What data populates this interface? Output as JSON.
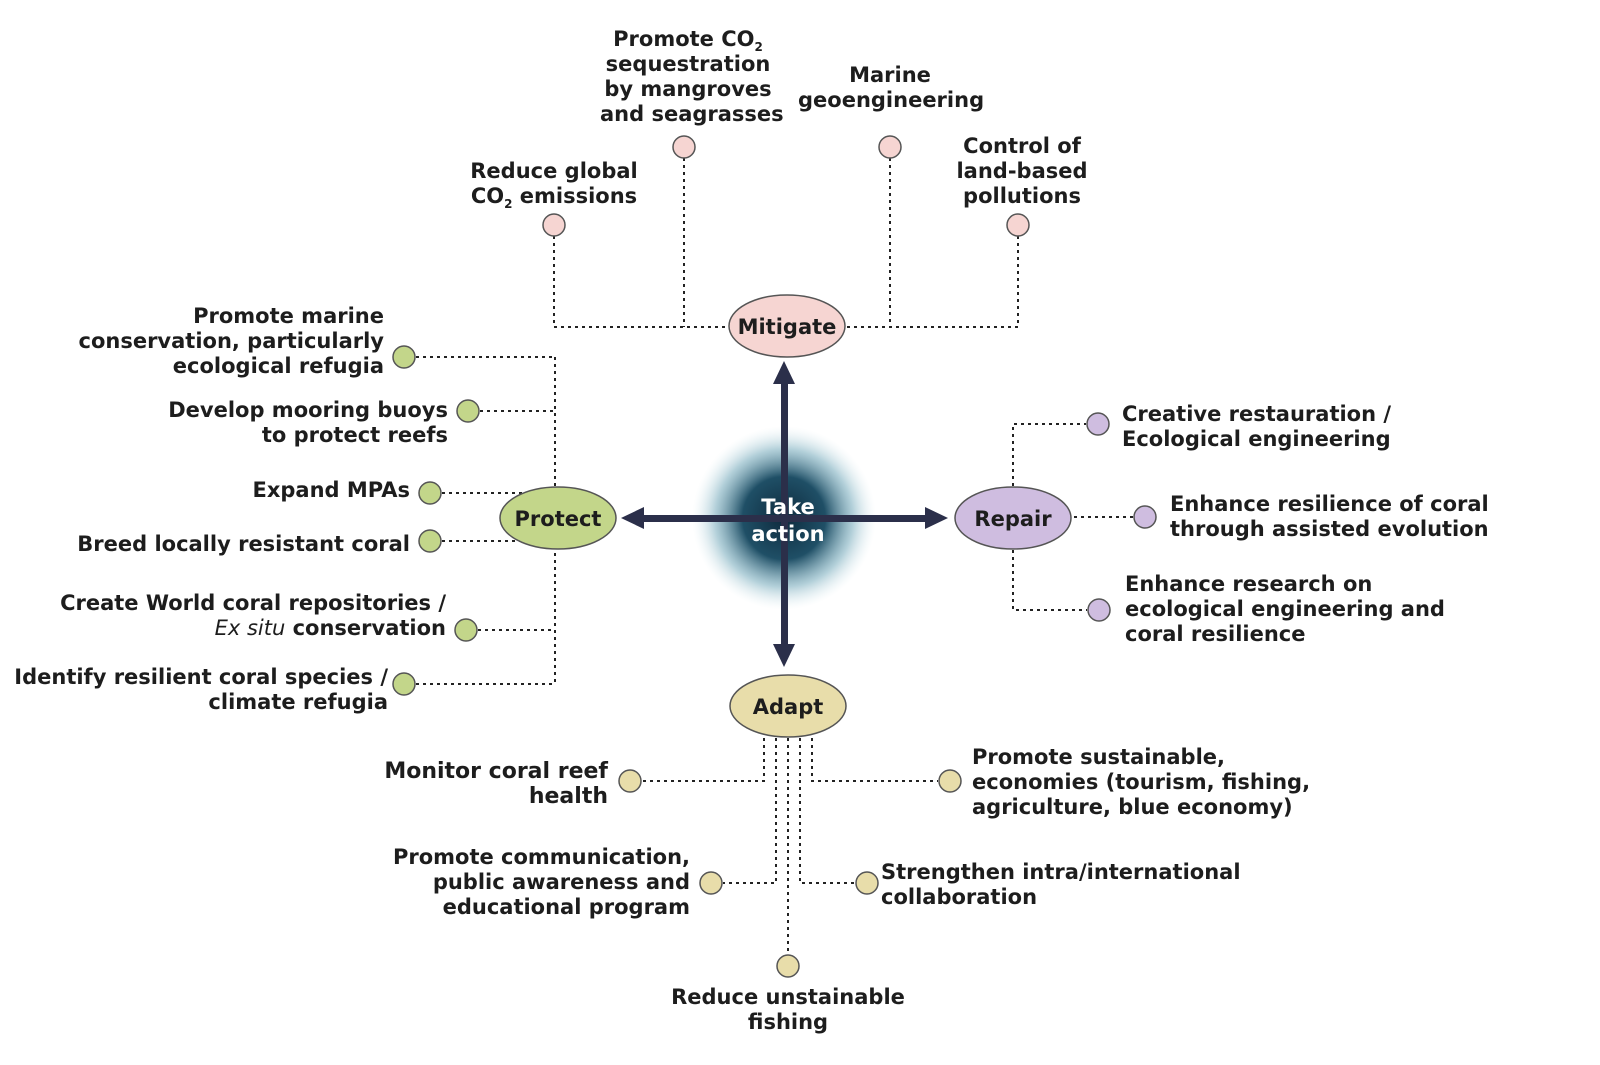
{
  "center": {
    "line1": "Take",
    "line2": "action"
  },
  "hubs": {
    "mitigate": "Mitigate",
    "protect": "Protect",
    "repair": "Repair",
    "adapt": "Adapt"
  },
  "colors": {
    "mitigate": "#f6d5d2",
    "protect": "#c3d68a",
    "repair": "#cfbde0",
    "adapt": "#e8ddaa",
    "arrow": "#2b2f4a",
    "glow": "#1f4f66"
  },
  "mitigate": {
    "reduce_co2": {
      "line1": "Reduce global",
      "line2_pre": "CO",
      "line2_sub": "2",
      "line2_post": " emissions"
    },
    "sequestration": {
      "line1_pre": "Promote CO",
      "line1_sub": "2",
      "line2": "sequestration",
      "line3": "by mangroves",
      "line4": "and seagrasses"
    },
    "geoengineering": {
      "line1": "Marine",
      "line2": "geoengineering"
    },
    "pollution": {
      "line1": "Control of",
      "line2": "land-based",
      "line3": "pollutions"
    }
  },
  "protect": {
    "conservation": {
      "line1": "Promote marine",
      "line2": "conservation, particularly",
      "line3": "ecological refugia"
    },
    "buoys": {
      "line1": "Develop mooring buoys",
      "line2": "to protect reefs"
    },
    "mpas": {
      "line1": "Expand MPAs"
    },
    "breed": {
      "line1": "Breed locally resistant coral"
    },
    "repositories": {
      "line1": "Create World coral repositories /",
      "line2_italic": "Ex situ",
      "line2_rest": " conservation"
    },
    "identify": {
      "line1": "Identify resilient coral species /",
      "line2": "climate refugia"
    }
  },
  "repair": {
    "restauration": {
      "line1": "Creative restauration /",
      "line2": "Ecological engineering"
    },
    "evolution": {
      "line1": "Enhance resilience of coral",
      "line2": "through assisted evolution"
    },
    "research": {
      "line1": "Enhance research on",
      "line2": "ecological engineering and",
      "line3": "coral resilience"
    }
  },
  "adapt": {
    "monitor": {
      "line1": "Monitor coral reef",
      "line2": "health"
    },
    "communication": {
      "line1": "Promote communication,",
      "line2": "public awareness and",
      "line3": "educational program"
    },
    "fishing": {
      "line1": "Reduce unstainable",
      "line2": "fishing"
    },
    "collaboration": {
      "line1": "Strengthen intra/international",
      "line2": "collaboration"
    },
    "economies": {
      "line1": "Promote sustainable,",
      "line2": "economies (tourism, fishing,",
      "line3": "agriculture, blue economy)"
    }
  }
}
